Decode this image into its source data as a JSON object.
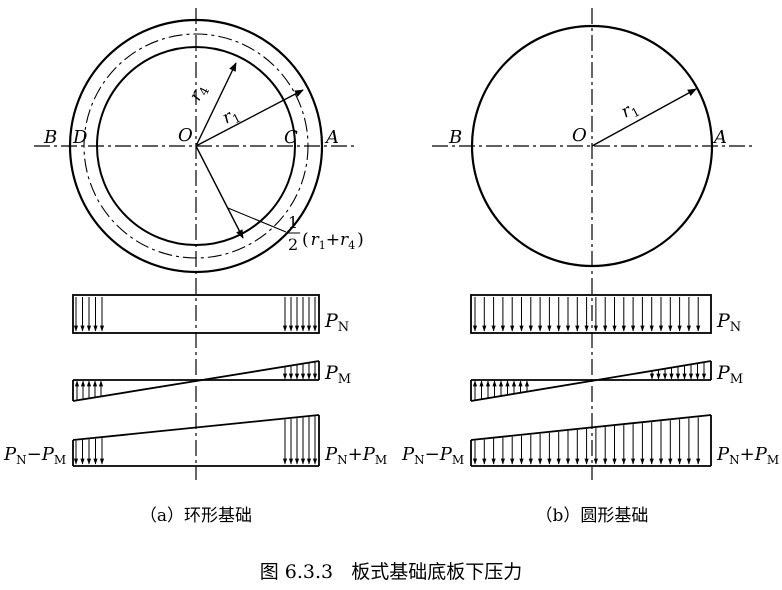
{
  "figure": {
    "caption": "图 6.3.3   板式基础底板下压力"
  },
  "panel_a": {
    "caption": "（a）环形基础",
    "points": {
      "B": "B",
      "D": "D",
      "O": "O",
      "C": "C",
      "A": "A"
    },
    "r4": {
      "var": "r",
      "sub": "4"
    },
    "r1": {
      "var": "r",
      "sub": "1"
    },
    "half_label": {
      "num": "1",
      "den": "2",
      "open": "(",
      "v1": "r",
      "s1": "1",
      "plus": "+",
      "v2": "r",
      "s2": "4",
      "close": ")"
    },
    "pn": {
      "var": "P",
      "sub": "N"
    },
    "pm": {
      "var": "P",
      "sub": "M"
    },
    "left_combo": {
      "v1": "P",
      "s1": "N",
      "op": "−",
      "v2": "P",
      "s2": "M"
    },
    "right_combo": {
      "v1": "P",
      "s1": "N",
      "op": "+",
      "v2": "P",
      "s2": "M"
    }
  },
  "panel_b": {
    "caption": "（b）圆形基础",
    "points": {
      "B": "B",
      "O": "O",
      "A": "A"
    },
    "r1": {
      "var": "r",
      "sub": "1"
    },
    "pn": {
      "var": "P",
      "sub": "N"
    },
    "pm": {
      "var": "P",
      "sub": "M"
    },
    "left_combo": {
      "v1": "P",
      "s1": "N",
      "op": "−",
      "v2": "P",
      "s2": "M"
    },
    "right_combo": {
      "v1": "P",
      "s1": "N",
      "op": "+",
      "v2": "P",
      "s2": "M"
    }
  }
}
